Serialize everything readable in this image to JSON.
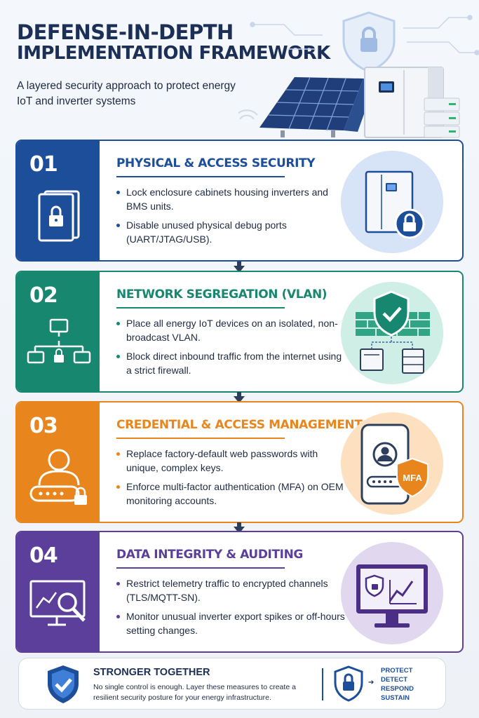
{
  "header": {
    "title_line1": "DEFENSE-IN-DEPTH",
    "title_line2": "IMPLEMENTATION FRAMEWORK",
    "subtitle": "A layered security approach to protect energy IoT and inverter systems"
  },
  "colors": {
    "layer1": "#1d4e9a",
    "layer2": "#17876f",
    "layer3": "#e8861d",
    "layer4": "#5b3f9a",
    "navy": "#1b2f57"
  },
  "layers": [
    {
      "number": "01",
      "title": "PHYSICAL & ACCESS SECURITY",
      "bullets": [
        "Lock enclosure cabinets housing inverters and BMS units.",
        "Disable unused physical debug ports (UART/JTAG/USB)."
      ],
      "icon": "locked-cabinet-icon"
    },
    {
      "number": "02",
      "title": "NETWORK SEGREGATION (VLAN)",
      "bullets": [
        "Place all energy IoT devices on an isolated, non-broadcast VLAN.",
        "Block direct inbound traffic from the internet using a strict firewall."
      ],
      "icon": "network-topology-icon"
    },
    {
      "number": "03",
      "title": "CREDENTIAL & ACCESS MANAGEMENT",
      "bullets": [
        "Replace factory-default web passwords with unique, complex keys.",
        "Enforce multi-factor authentication (MFA) on OEM monitoring accounts."
      ],
      "icon": "user-password-icon",
      "badge": "MFA"
    },
    {
      "number": "04",
      "title": "DATA INTEGRITY & AUDITING",
      "bullets": [
        "Restrict telemetry traffic to encrypted channels (TLS/MQTT-SN).",
        "Monitor unusual inverter export spikes or off-hours setting changes."
      ],
      "icon": "monitor-analysis-icon"
    }
  ],
  "footer": {
    "title": "STRONGER TOGETHER",
    "body": "No single control is enough. Layer these measures to create a resilient security posture for your energy infrastructure.",
    "steps": [
      "PROTECT",
      "DETECT",
      "RESPOND",
      "SUSTAIN"
    ]
  }
}
